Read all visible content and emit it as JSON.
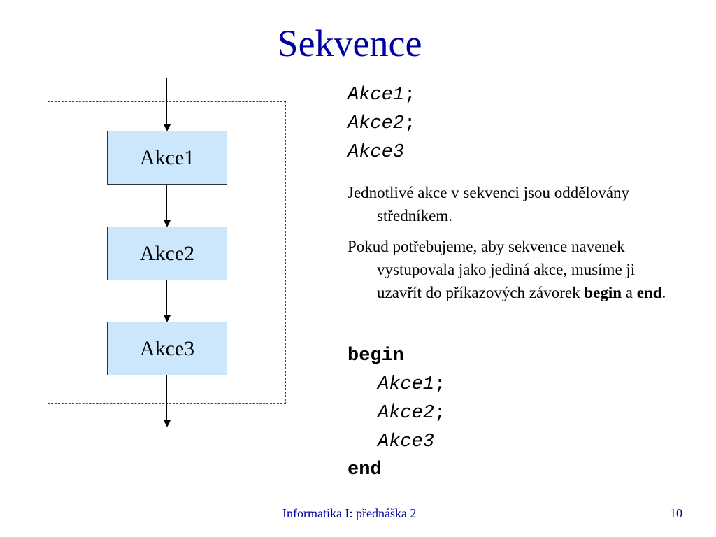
{
  "slide": {
    "title": "Sekvence",
    "diagram": {
      "boxes": [
        "Akce1",
        "Akce2",
        "Akce3"
      ]
    },
    "code_top": {
      "line1": "Akce1",
      "line1_sep": ";",
      "line2": "Akce2",
      "line2_sep": ";",
      "line3": "Akce3"
    },
    "paragraph1": "Jednotlivé akce v sekvenci jsou oddělovány středníkem.",
    "paragraph2": {
      "text": "Pokud potřebujeme, aby sekvence navenek vystupovala jako jediná akce, musíme ji uzavřít do příkazových závorek ",
      "kw1": "begin",
      "mid": " a ",
      "kw2": "end",
      "end": "."
    },
    "code_block": {
      "begin": "begin",
      "line1": "Akce1",
      "line1_sep": ";",
      "line2": "Akce2",
      "line2_sep": ";",
      "line3": "Akce3",
      "end": "end"
    },
    "footer": {
      "course": "Informatika I:  přednáška 2",
      "page": "10"
    }
  }
}
